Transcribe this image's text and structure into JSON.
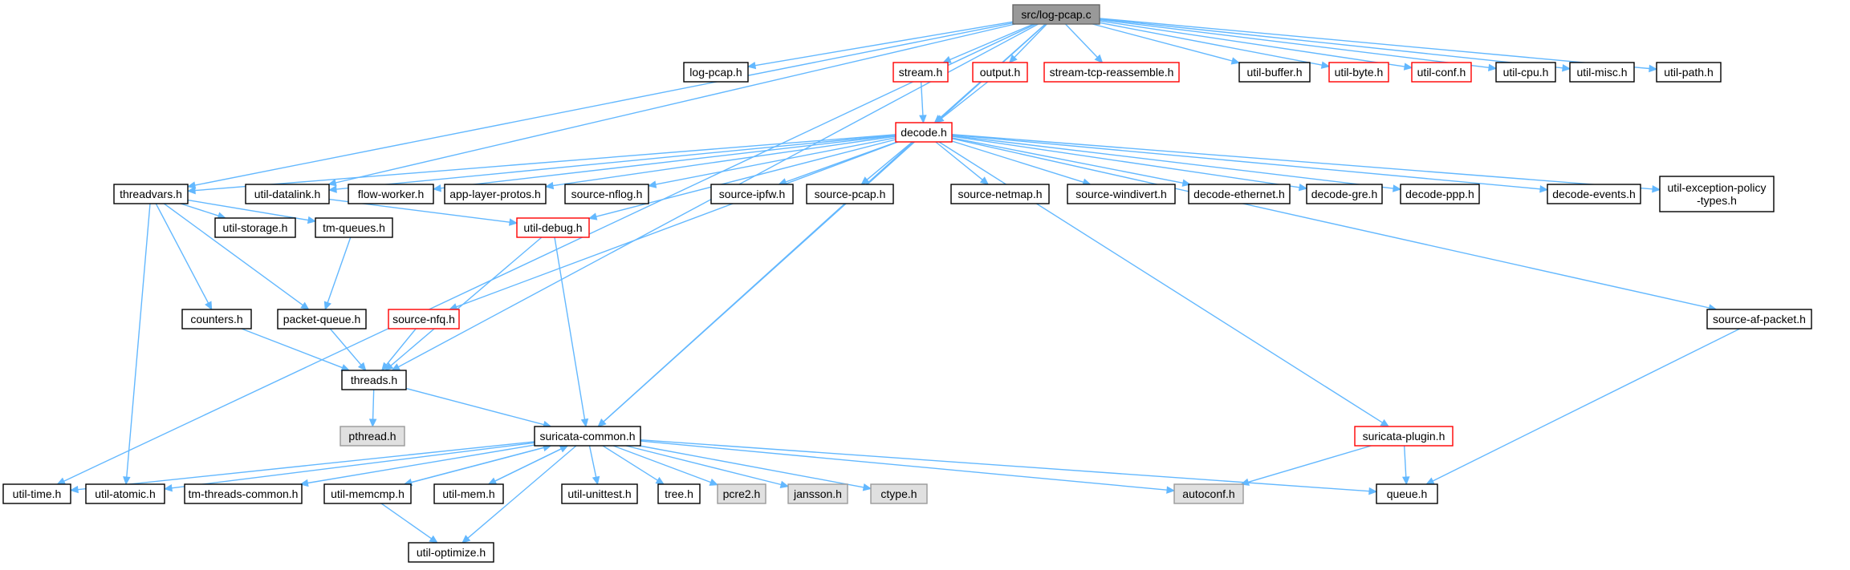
{
  "colors": {
    "edge": "#63b8ff",
    "root_fill": "#999999",
    "root_border": "#666666",
    "normal_fill": "#ffffff",
    "normal_border": "#000000",
    "red_border": "#ff0000",
    "gray_fill": "#e0e0e0",
    "gray_border": "#999999"
  },
  "diagram": {
    "type": "include-dependency-graph",
    "nodes": [
      {
        "id": "root",
        "label": "src/log-pcap.c",
        "style": "root"
      },
      {
        "id": "log_pcap_h",
        "label": "log-pcap.h",
        "style": "normal"
      },
      {
        "id": "stream_h",
        "label": "stream.h",
        "style": "red"
      },
      {
        "id": "output_h",
        "label": "output.h",
        "style": "red"
      },
      {
        "id": "stream_tcp",
        "label": "stream-tcp-reassemble.h",
        "style": "red"
      },
      {
        "id": "util_buffer",
        "label": "util-buffer.h",
        "style": "normal"
      },
      {
        "id": "util_byte",
        "label": "util-byte.h",
        "style": "red"
      },
      {
        "id": "util_conf",
        "label": "util-conf.h",
        "style": "red"
      },
      {
        "id": "util_cpu",
        "label": "util-cpu.h",
        "style": "normal"
      },
      {
        "id": "util_misc",
        "label": "util-misc.h",
        "style": "normal"
      },
      {
        "id": "util_path",
        "label": "util-path.h",
        "style": "normal"
      },
      {
        "id": "decode_h",
        "label": "decode.h",
        "style": "red"
      },
      {
        "id": "threadvars",
        "label": "threadvars.h",
        "style": "normal"
      },
      {
        "id": "util_datalink",
        "label": "util-datalink.h",
        "style": "normal"
      },
      {
        "id": "flow_worker",
        "label": "flow-worker.h",
        "style": "normal"
      },
      {
        "id": "app_layer",
        "label": "app-layer-protos.h",
        "style": "normal"
      },
      {
        "id": "source_nflog",
        "label": "source-nflog.h",
        "style": "normal"
      },
      {
        "id": "source_ipfw",
        "label": "source-ipfw.h",
        "style": "normal"
      },
      {
        "id": "source_pcap",
        "label": "source-pcap.h",
        "style": "normal"
      },
      {
        "id": "source_netmap",
        "label": "source-netmap.h",
        "style": "normal"
      },
      {
        "id": "source_windivert",
        "label": "source-windivert.h",
        "style": "normal"
      },
      {
        "id": "decode_ethernet",
        "label": "decode-ethernet.h",
        "style": "normal"
      },
      {
        "id": "decode_gre",
        "label": "decode-gre.h",
        "style": "normal"
      },
      {
        "id": "decode_ppp",
        "label": "decode-ppp.h",
        "style": "normal"
      },
      {
        "id": "decode_events",
        "label": "decode-events.h",
        "style": "normal"
      },
      {
        "id": "util_exception",
        "label": [
          "util-exception-policy",
          "-types.h"
        ],
        "style": "normal"
      },
      {
        "id": "util_storage",
        "label": "util-storage.h",
        "style": "normal"
      },
      {
        "id": "tm_queues",
        "label": "tm-queues.h",
        "style": "normal"
      },
      {
        "id": "util_debug",
        "label": "util-debug.h",
        "style": "red"
      },
      {
        "id": "counters",
        "label": "counters.h",
        "style": "normal"
      },
      {
        "id": "packet_queue",
        "label": "packet-queue.h",
        "style": "normal"
      },
      {
        "id": "source_nfq",
        "label": "source-nfq.h",
        "style": "red"
      },
      {
        "id": "source_af",
        "label": "source-af-packet.h",
        "style": "normal"
      },
      {
        "id": "threads_h",
        "label": "threads.h",
        "style": "normal"
      },
      {
        "id": "pthread_h",
        "label": "pthread.h",
        "style": "gray"
      },
      {
        "id": "suricata_common",
        "label": "suricata-common.h",
        "style": "normal"
      },
      {
        "id": "suricata_plugin",
        "label": "suricata-plugin.h",
        "style": "red"
      },
      {
        "id": "util_time",
        "label": "util-time.h",
        "style": "normal"
      },
      {
        "id": "util_atomic",
        "label": "util-atomic.h",
        "style": "normal"
      },
      {
        "id": "tm_threads_common",
        "label": "tm-threads-common.h",
        "style": "normal"
      },
      {
        "id": "util_memcmp",
        "label": "util-memcmp.h",
        "style": "normal"
      },
      {
        "id": "util_mem",
        "label": "util-mem.h",
        "style": "normal"
      },
      {
        "id": "util_unittest",
        "label": "util-unittest.h",
        "style": "normal"
      },
      {
        "id": "tree_h",
        "label": "tree.h",
        "style": "normal"
      },
      {
        "id": "pcre2_h",
        "label": "pcre2.h",
        "style": "gray"
      },
      {
        "id": "jansson_h",
        "label": "jansson.h",
        "style": "gray"
      },
      {
        "id": "ctype_h",
        "label": "ctype.h",
        "style": "gray"
      },
      {
        "id": "autoconf_h",
        "label": "autoconf.h",
        "style": "gray"
      },
      {
        "id": "queue_h",
        "label": "queue.h",
        "style": "normal"
      },
      {
        "id": "util_optimize",
        "label": "util-optimize.h",
        "style": "normal"
      }
    ],
    "edges": [
      [
        "root",
        "log_pcap_h"
      ],
      [
        "root",
        "stream_h"
      ],
      [
        "root",
        "output_h"
      ],
      [
        "root",
        "stream_tcp"
      ],
      [
        "root",
        "util_buffer"
      ],
      [
        "root",
        "util_byte"
      ],
      [
        "root",
        "util_conf"
      ],
      [
        "root",
        "util_cpu"
      ],
      [
        "root",
        "util_misc"
      ],
      [
        "root",
        "util_path"
      ],
      [
        "root",
        "decode_h"
      ],
      [
        "root",
        "threadvars"
      ],
      [
        "root",
        "util_datalink"
      ],
      [
        "root",
        "threads_h"
      ],
      [
        "root",
        "util_time"
      ],
      [
        "root",
        "suricata_common"
      ],
      [
        "stream_h",
        "decode_h"
      ],
      [
        "output_h",
        "decode_h"
      ],
      [
        "decode_h",
        "threadvars"
      ],
      [
        "decode_h",
        "util_datalink"
      ],
      [
        "decode_h",
        "flow_worker"
      ],
      [
        "decode_h",
        "app_layer"
      ],
      [
        "decode_h",
        "source_nflog"
      ],
      [
        "decode_h",
        "source_ipfw"
      ],
      [
        "decode_h",
        "source_pcap"
      ],
      [
        "decode_h",
        "source_netmap"
      ],
      [
        "decode_h",
        "source_windivert"
      ],
      [
        "decode_h",
        "decode_ethernet"
      ],
      [
        "decode_h",
        "decode_gre"
      ],
      [
        "decode_h",
        "decode_ppp"
      ],
      [
        "decode_h",
        "decode_events"
      ],
      [
        "decode_h",
        "util_exception"
      ],
      [
        "decode_h",
        "util_debug"
      ],
      [
        "decode_h",
        "source_nfq"
      ],
      [
        "decode_h",
        "source_af"
      ],
      [
        "decode_h",
        "suricata_common"
      ],
      [
        "decode_h",
        "suricata_plugin"
      ],
      [
        "threadvars",
        "util_storage"
      ],
      [
        "threadvars",
        "tm_queues"
      ],
      [
        "threadvars",
        "counters"
      ],
      [
        "threadvars",
        "packet_queue"
      ],
      [
        "threadvars",
        "util_atomic"
      ],
      [
        "util_datalink",
        "util_debug"
      ],
      [
        "tm_queues",
        "packet_queue"
      ],
      [
        "util_debug",
        "threads_h"
      ],
      [
        "util_debug",
        "suricata_common"
      ],
      [
        "counters",
        "threads_h"
      ],
      [
        "packet_queue",
        "threads_h"
      ],
      [
        "source_nfq",
        "threads_h"
      ],
      [
        "threads_h",
        "pthread_h"
      ],
      [
        "threads_h",
        "suricata_common"
      ],
      [
        "source_af",
        "queue_h"
      ],
      [
        "suricata_plugin",
        "autoconf_h"
      ],
      [
        "suricata_plugin",
        "queue_h"
      ],
      [
        "suricata_common",
        "util_time"
      ],
      [
        "suricata_common",
        "util_atomic"
      ],
      [
        "suricata_common",
        "tm_threads_common"
      ],
      [
        "suricata_common",
        "util_memcmp"
      ],
      [
        "suricata_common",
        "util_mem"
      ],
      [
        "suricata_common",
        "util_unittest"
      ],
      [
        "suricata_common",
        "tree_h"
      ],
      [
        "suricata_common",
        "pcre2_h"
      ],
      [
        "suricata_common",
        "jansson_h"
      ],
      [
        "suricata_common",
        "ctype_h"
      ],
      [
        "suricata_common",
        "autoconf_h"
      ],
      [
        "suricata_common",
        "queue_h"
      ],
      [
        "suricata_common",
        "util_optimize"
      ],
      [
        "util_memcmp",
        "suricata_common"
      ],
      [
        "util_mem",
        "suricata_common"
      ],
      [
        "util_memcmp",
        "util_optimize"
      ]
    ]
  }
}
